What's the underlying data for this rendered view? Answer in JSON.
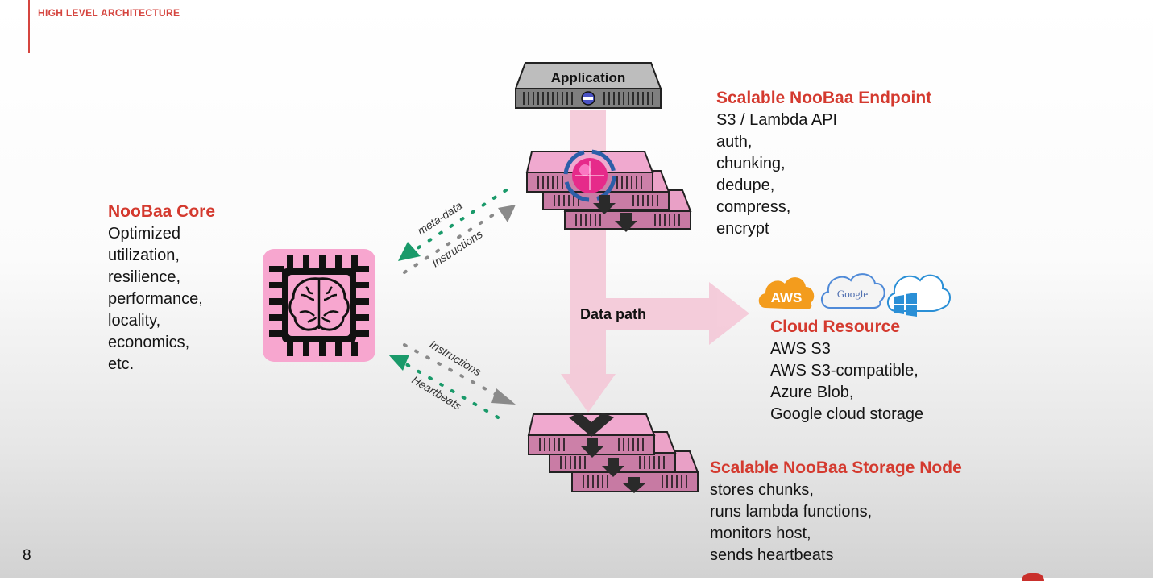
{
  "header": {
    "section_title": "HIGH LEVEL ARCHITECTURE"
  },
  "page_number": "8",
  "application": {
    "label": "Application"
  },
  "data_path_label": "Data path",
  "arrow_labels": {
    "meta_data": "meta-data",
    "instructions_top": "Instructions",
    "instructions_bottom": "Instructions",
    "heartbeats": "Heartbeats"
  },
  "core": {
    "title": "NooBaa Core",
    "items": [
      "Optimized",
      "utilization,",
      "resilience,",
      "performance,",
      "locality,",
      "economics,",
      "etc."
    ]
  },
  "endpoint": {
    "title": "Scalable NooBaa Endpoint",
    "items": [
      "S3 / Lambda API",
      "auth,",
      "chunking,",
      "dedupe,",
      "compress,",
      "encrypt"
    ]
  },
  "cloud": {
    "title": "Cloud Resource",
    "items": [
      "AWS S3",
      "AWS S3-compatible,",
      "Azure Blob,",
      "Google cloud storage"
    ],
    "logos": {
      "aws": "AWS",
      "google": "Google"
    }
  },
  "storage": {
    "title": "Scalable NooBaa Storage Node",
    "items": [
      "stores chunks,",
      "runs lambda functions,",
      "monitors host,",
      "sends heartbeats"
    ]
  },
  "colors": {
    "accent_red": "#d43a2f",
    "server_pink": "#f0a9cf",
    "data_path_pink": "#f4c9d8",
    "dotted_green": "#1a9a6a",
    "dotted_gray": "#8a8a8a",
    "aws_orange": "#f39c1d",
    "azure_blue": "#2a8fd6"
  }
}
